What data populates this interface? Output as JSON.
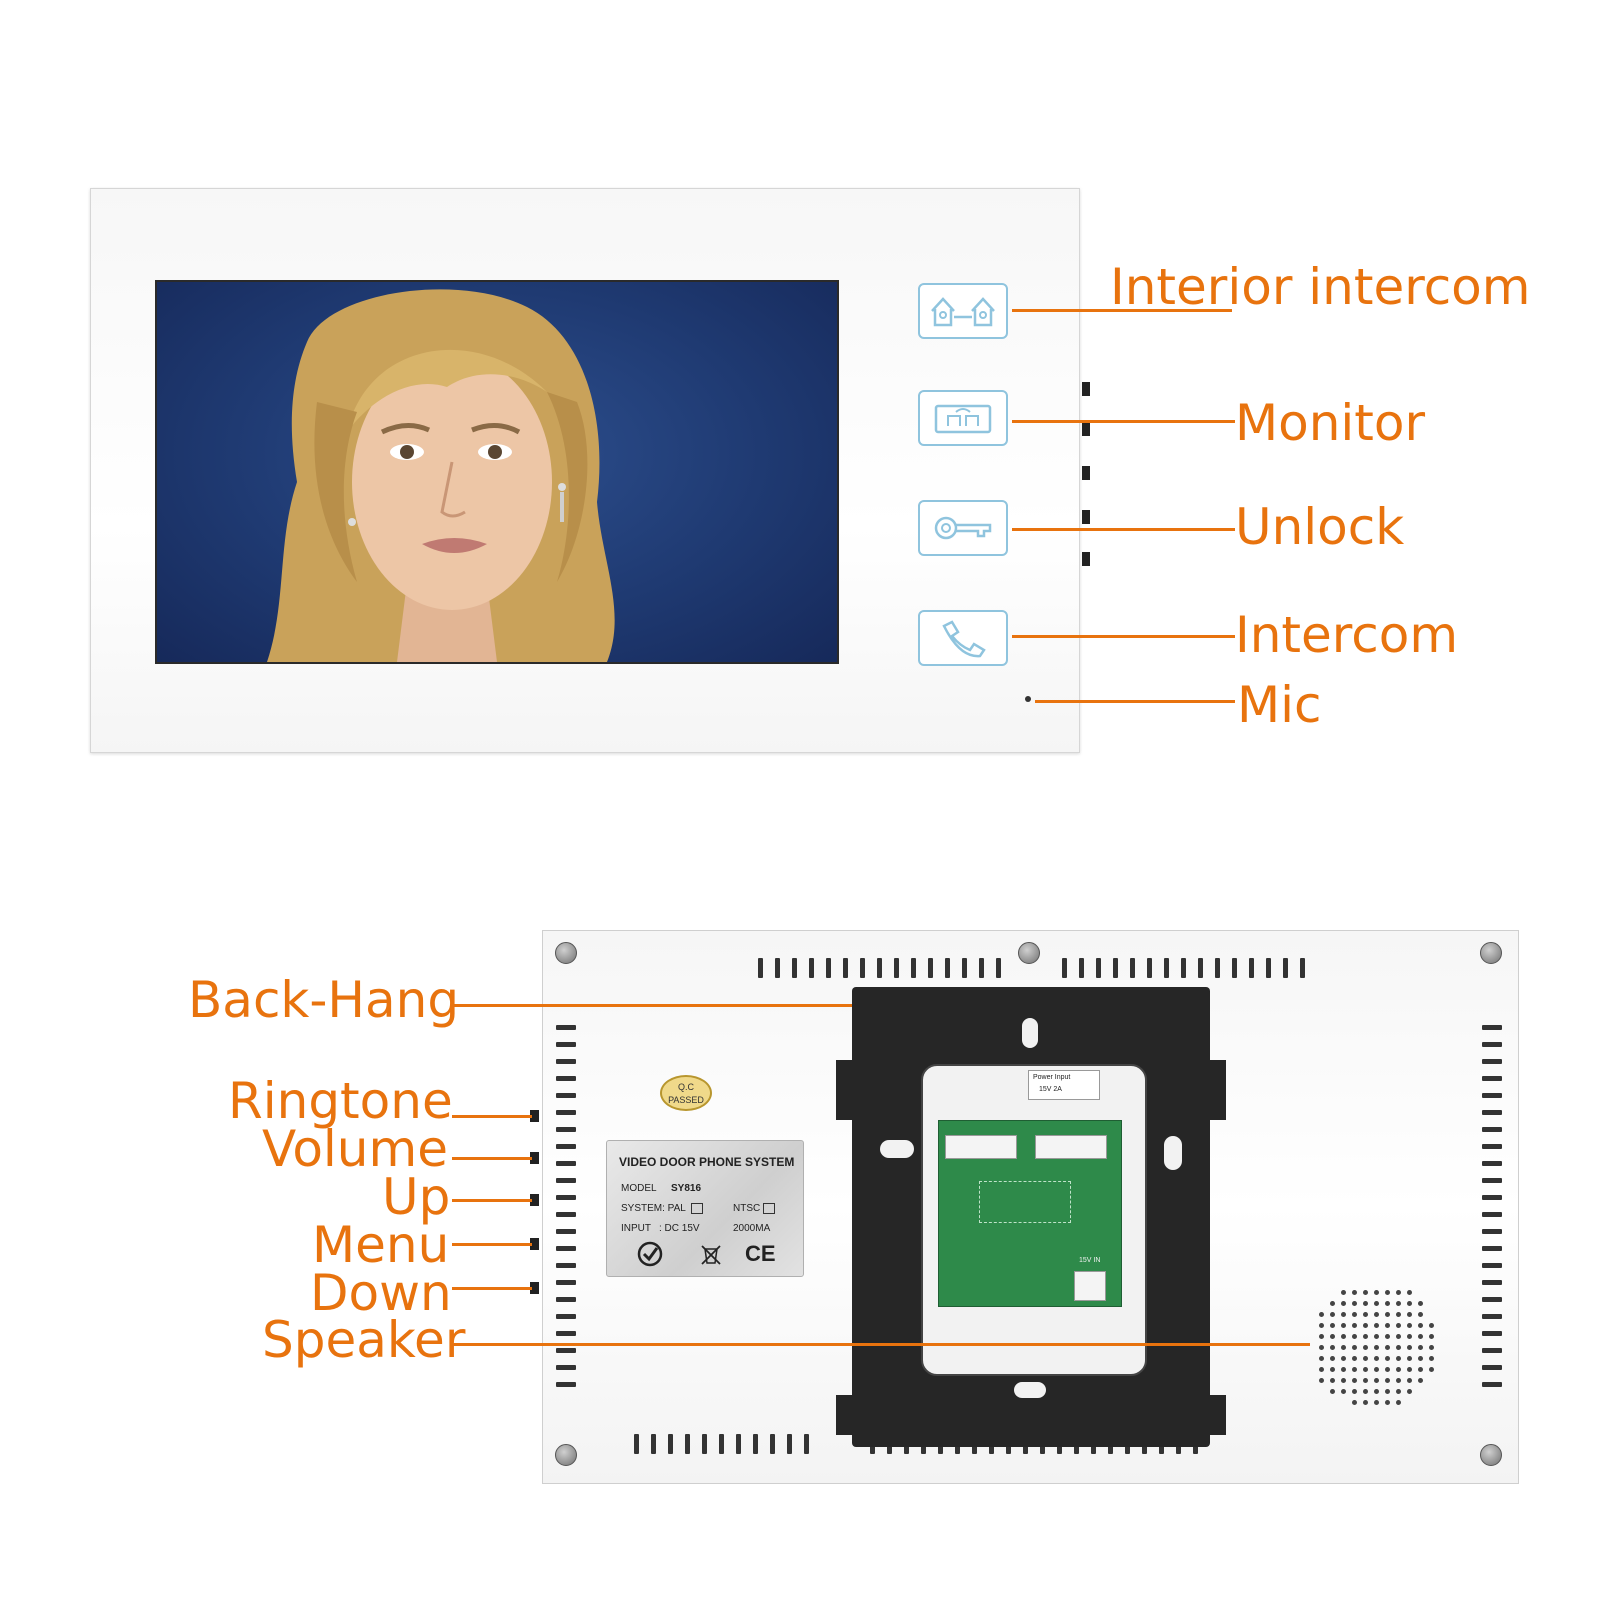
{
  "front_labels": {
    "interior_intercom": "Interior intercom",
    "monitor": "Monitor",
    "unlock": "Unlock",
    "intercom": "Intercom",
    "mic": "Mic"
  },
  "back_labels": {
    "back_hang": "Back-Hang",
    "ringtone": "Ringtone",
    "volume": "Volume",
    "up": "Up",
    "menu": "Menu",
    "down": "Down",
    "speaker": "Speaker"
  },
  "sticker": {
    "title": "VIDEO DOOR PHONE SYSTEM",
    "model_label": "MODEL",
    "model_value": "SY816",
    "system_label": "SYSTEM: PAL",
    "ntsc_label": "NTSC",
    "input_label": "INPUT",
    "input_value": ": DC 15V",
    "current_value": "2000MA",
    "ce_mark": "CE"
  },
  "qc_seal": {
    "line1": "Q.C",
    "line2": "PASSED"
  },
  "power_input": {
    "label": "Power Input",
    "value": "15V 2A"
  },
  "pcb_label": "15V IN",
  "colors": {
    "callout": "#e8730e",
    "button_outline": "#8fc4de",
    "screen_background": "#1f3a72",
    "bracket": "#262626",
    "pcb": "#2e8a4a"
  },
  "icons": [
    "house-to-house-icon",
    "monitor-icon",
    "key-icon",
    "handset-icon"
  ]
}
